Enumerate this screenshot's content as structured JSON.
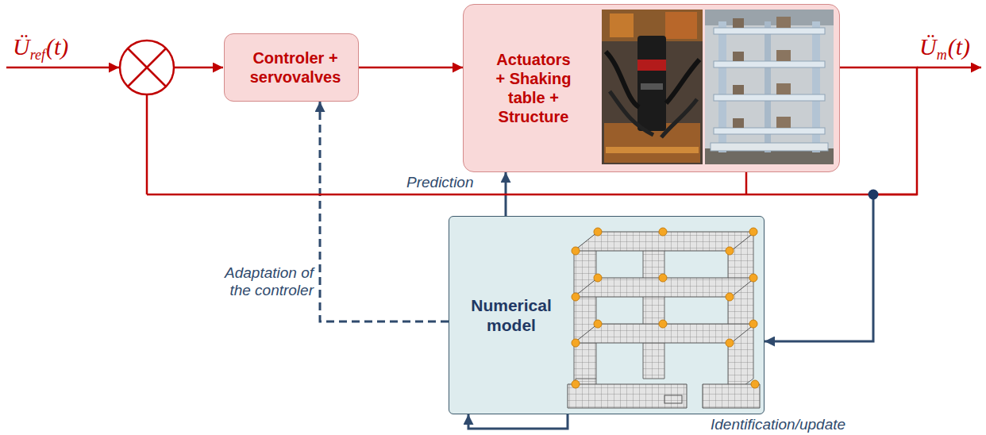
{
  "diagram": {
    "nodes": [
      {
        "text": [
          "Controler + servovalves"
        ]
      },
      {
        "text": [
          "Actuators + Shaking table + Structure"
        ]
      },
      {
        "text": [
          "Numerical model"
        ]
      }
    ],
    "edges": [
      {
        "from": 0,
        "to": 1,
        "arrow": "to"
      },
      {
        "from": 2,
        "to": 1,
        "arrow": "to",
        "label": "Prediction"
      },
      {
        "from": 2,
        "to": 0,
        "arrow": "to",
        "label": "Adaptation of the controler"
      },
      {
        "from": 1,
        "to": 2,
        "arrow": "to"
      },
      {
        "from": 2,
        "to": 2,
        "arrow": "to",
        "label": "Identification/update"
      }
    ],
    "labels": [
      "Ü",
      "ref",
      "(t)",
      "Ü",
      "m",
      "(t)"
    ]
  }
}
